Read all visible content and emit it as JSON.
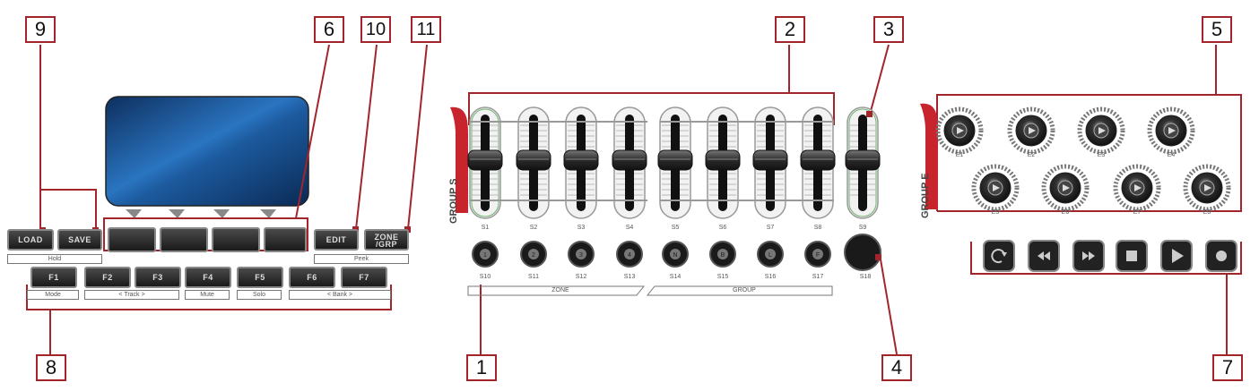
{
  "callouts": {
    "c1": "1",
    "c2": "2",
    "c3": "3",
    "c4": "4",
    "c5": "5",
    "c6": "6",
    "c7": "7",
    "c8": "8",
    "c9": "9",
    "c10": "10",
    "c11": "11"
  },
  "left_panel": {
    "load": "LOAD",
    "save": "SAVE",
    "edit": "EDIT",
    "zone_grp_1": "ZONE",
    "zone_grp_2": "/GRP",
    "hold": "Hold",
    "peek": "Peek",
    "f_buttons": [
      "F1",
      "F2",
      "F3",
      "F4",
      "F5",
      "F6",
      "F7"
    ],
    "f_labels": {
      "mode": "Mode",
      "track": "<      Track      >",
      "mute": "Mute",
      "solo": "Solo",
      "bank": "<      Bank      >"
    }
  },
  "faders": {
    "group_label": "GROUP S",
    "labels": [
      "S1",
      "S2",
      "S3",
      "S4",
      "S5",
      "S6",
      "S7",
      "S8",
      "S9"
    ],
    "button_icons": [
      "1",
      "2",
      "3",
      "4",
      "N",
      "B",
      "L",
      "F"
    ],
    "button_labels": [
      "S10",
      "S11",
      "S12",
      "S13",
      "S14",
      "S15",
      "S16",
      "S17"
    ],
    "big_button_label": "S18",
    "zone": "ZONE",
    "group": "GROUP"
  },
  "encoders": {
    "group_label": "GROUP E",
    "labels": [
      "E1",
      "E2",
      "E3",
      "E4",
      "E5",
      "E6",
      "E7",
      "E8"
    ]
  },
  "transport": {
    "icons": [
      "loop-icon",
      "rewind-icon",
      "fast-forward-icon",
      "stop-icon",
      "play-icon",
      "record-icon"
    ]
  },
  "colors": {
    "accent": "#a3252c",
    "screen": "#1c5a9e",
    "dark": "#1a1a1a"
  }
}
